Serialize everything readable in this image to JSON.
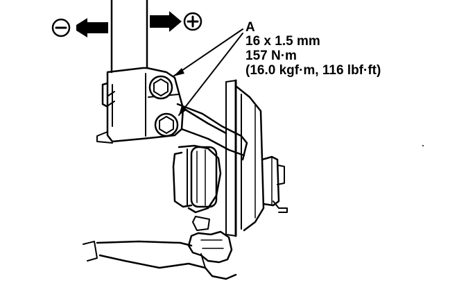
{
  "diagram": {
    "direction": {
      "minus_symbol": "−",
      "plus_symbol": "+"
    },
    "callout": {
      "letter": "A",
      "size": "16 x 1.5 mm",
      "torque": "157 N·m",
      "torque_alt": "(16.0 kgf·m, 116 lbf·ft)"
    },
    "colors": {
      "ink": "#000000",
      "paper": "#ffffff"
    }
  }
}
